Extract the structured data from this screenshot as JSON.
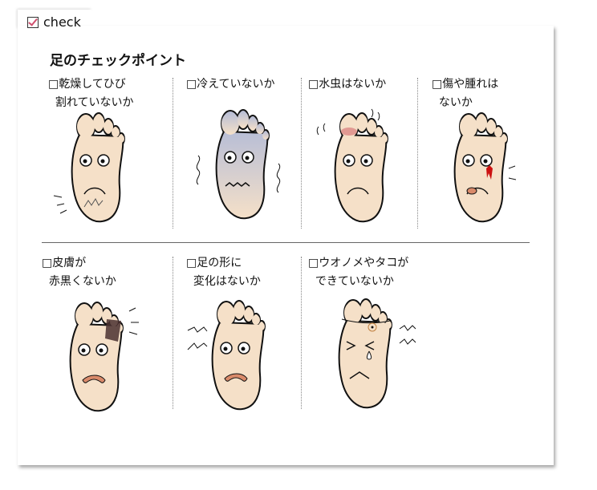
{
  "tab": {
    "label": "check",
    "icon": "checkbox-checked-icon"
  },
  "title": "足のチェックポイント",
  "items": [
    {
      "label": "□乾燥してひび\n  割れていないか",
      "foot_color": "#f5e0c8"
    },
    {
      "label": "□冷えていないか",
      "foot_color": "#c4c8da"
    },
    {
      "label": "□水虫はないか",
      "foot_color": "#f5e0c8"
    },
    {
      "label": "□傷や腫れは\n  ないか",
      "foot_color": "#f5e0c8"
    },
    {
      "label": "□皮膚が\n  赤黒くないか",
      "foot_color": "#f5e0c8"
    },
    {
      "label": "□足の形に\n  変化はないか",
      "foot_color": "#f5e0c8"
    },
    {
      "label": "□ウオノメやタコが\n  できていないか",
      "foot_color": "#f5e0c8"
    }
  ],
  "colors": {
    "check": "#d0506e",
    "outline": "#111111",
    "skin": "#f5e0c8",
    "mouth": "#d98a6a",
    "blood": "#cc1111",
    "bruise": "#4a3030"
  }
}
